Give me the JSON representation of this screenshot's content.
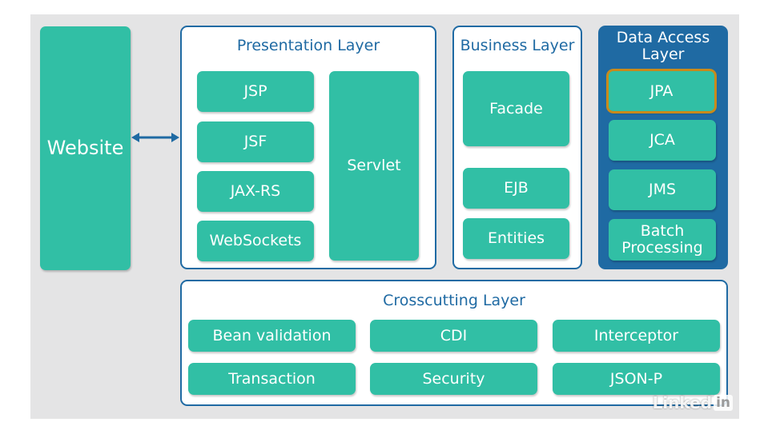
{
  "website": "Website",
  "presentation": {
    "title": "Presentation Layer",
    "items": [
      "JSP",
      "JSF",
      "JAX-RS",
      "WebSockets"
    ],
    "servlet": "Servlet"
  },
  "business": {
    "title": "Business Layer",
    "facade": "Facade",
    "items": [
      "EJB",
      "Entities"
    ]
  },
  "data_access": {
    "title": "Data Access Layer",
    "items": [
      "JPA",
      "JCA",
      "JMS",
      "Batch Processing"
    ],
    "selected": "JPA"
  },
  "crosscutting": {
    "title": "Crosscutting Layer",
    "items": [
      "Bean validation",
      "CDI",
      "Interceptor",
      "Transaction",
      "Security",
      "JSON-P"
    ]
  },
  "watermark": {
    "text": "Linked",
    "badge": "in"
  },
  "colors": {
    "tile": "#31bfa5",
    "panel_border": "#1f6aa3",
    "selection_outline": "#c98a1b",
    "background": "#e4e4e5"
  }
}
